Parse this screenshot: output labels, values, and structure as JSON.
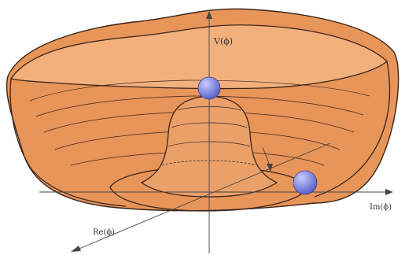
{
  "diagram": {
    "axis_labels": {
      "vertical": "V(ϕ)",
      "imaginary": "Im(ϕ)",
      "real": "Re(ϕ)"
    },
    "colors": {
      "surface": "#f2b07d",
      "surface_dark": "#e8955a",
      "surface_inner": "#eba06a",
      "contour": "#3a2418",
      "axis": "#444444",
      "ball": "#5b63c9",
      "ball_highlight": "#c9ccff"
    }
  }
}
